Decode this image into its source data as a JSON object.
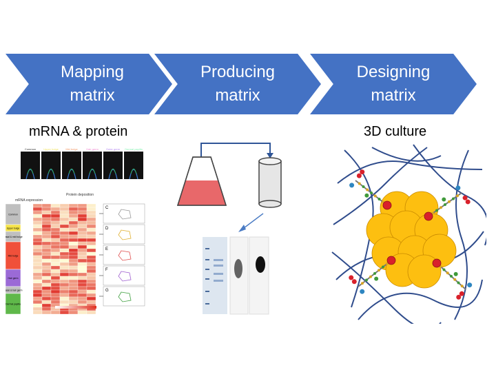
{
  "steps": [
    {
      "line1": "Mapping",
      "line2": "matrix"
    },
    {
      "line1": "Producing",
      "line2": "matrix"
    },
    {
      "line1": "Designing",
      "line2": "matrix"
    }
  ],
  "captions": {
    "mapping": "mRNA & protein",
    "designing": "3D culture"
  },
  "mapping_figure": {
    "image_panel_labels": [
      "Common",
      "Upper bulge",
      "Mid bulge",
      "Hair germ",
      "Outer germ",
      "Dermal papilla"
    ],
    "heatmap_title": "Protein deposition",
    "heatmap_ylabel": "mRNA expression",
    "heatmap_groups": [
      "Common",
      "Upper bulge",
      "Basal & mid bulge",
      "Mid bulge",
      "Hair germ",
      "Basal & hair germ",
      "Dermal papilla"
    ],
    "side_panel_letters": [
      "C",
      "D",
      "E",
      "F",
      "G"
    ]
  },
  "colors": {
    "chevron": "#4472c4",
    "flask_fill": "#e8686a",
    "sphere": "#fdbf10",
    "fiber": "#2f4c8c",
    "bead_red": "#d9212b",
    "bead_blue": "#2e86c1",
    "bead_green": "#3f9a3a"
  }
}
